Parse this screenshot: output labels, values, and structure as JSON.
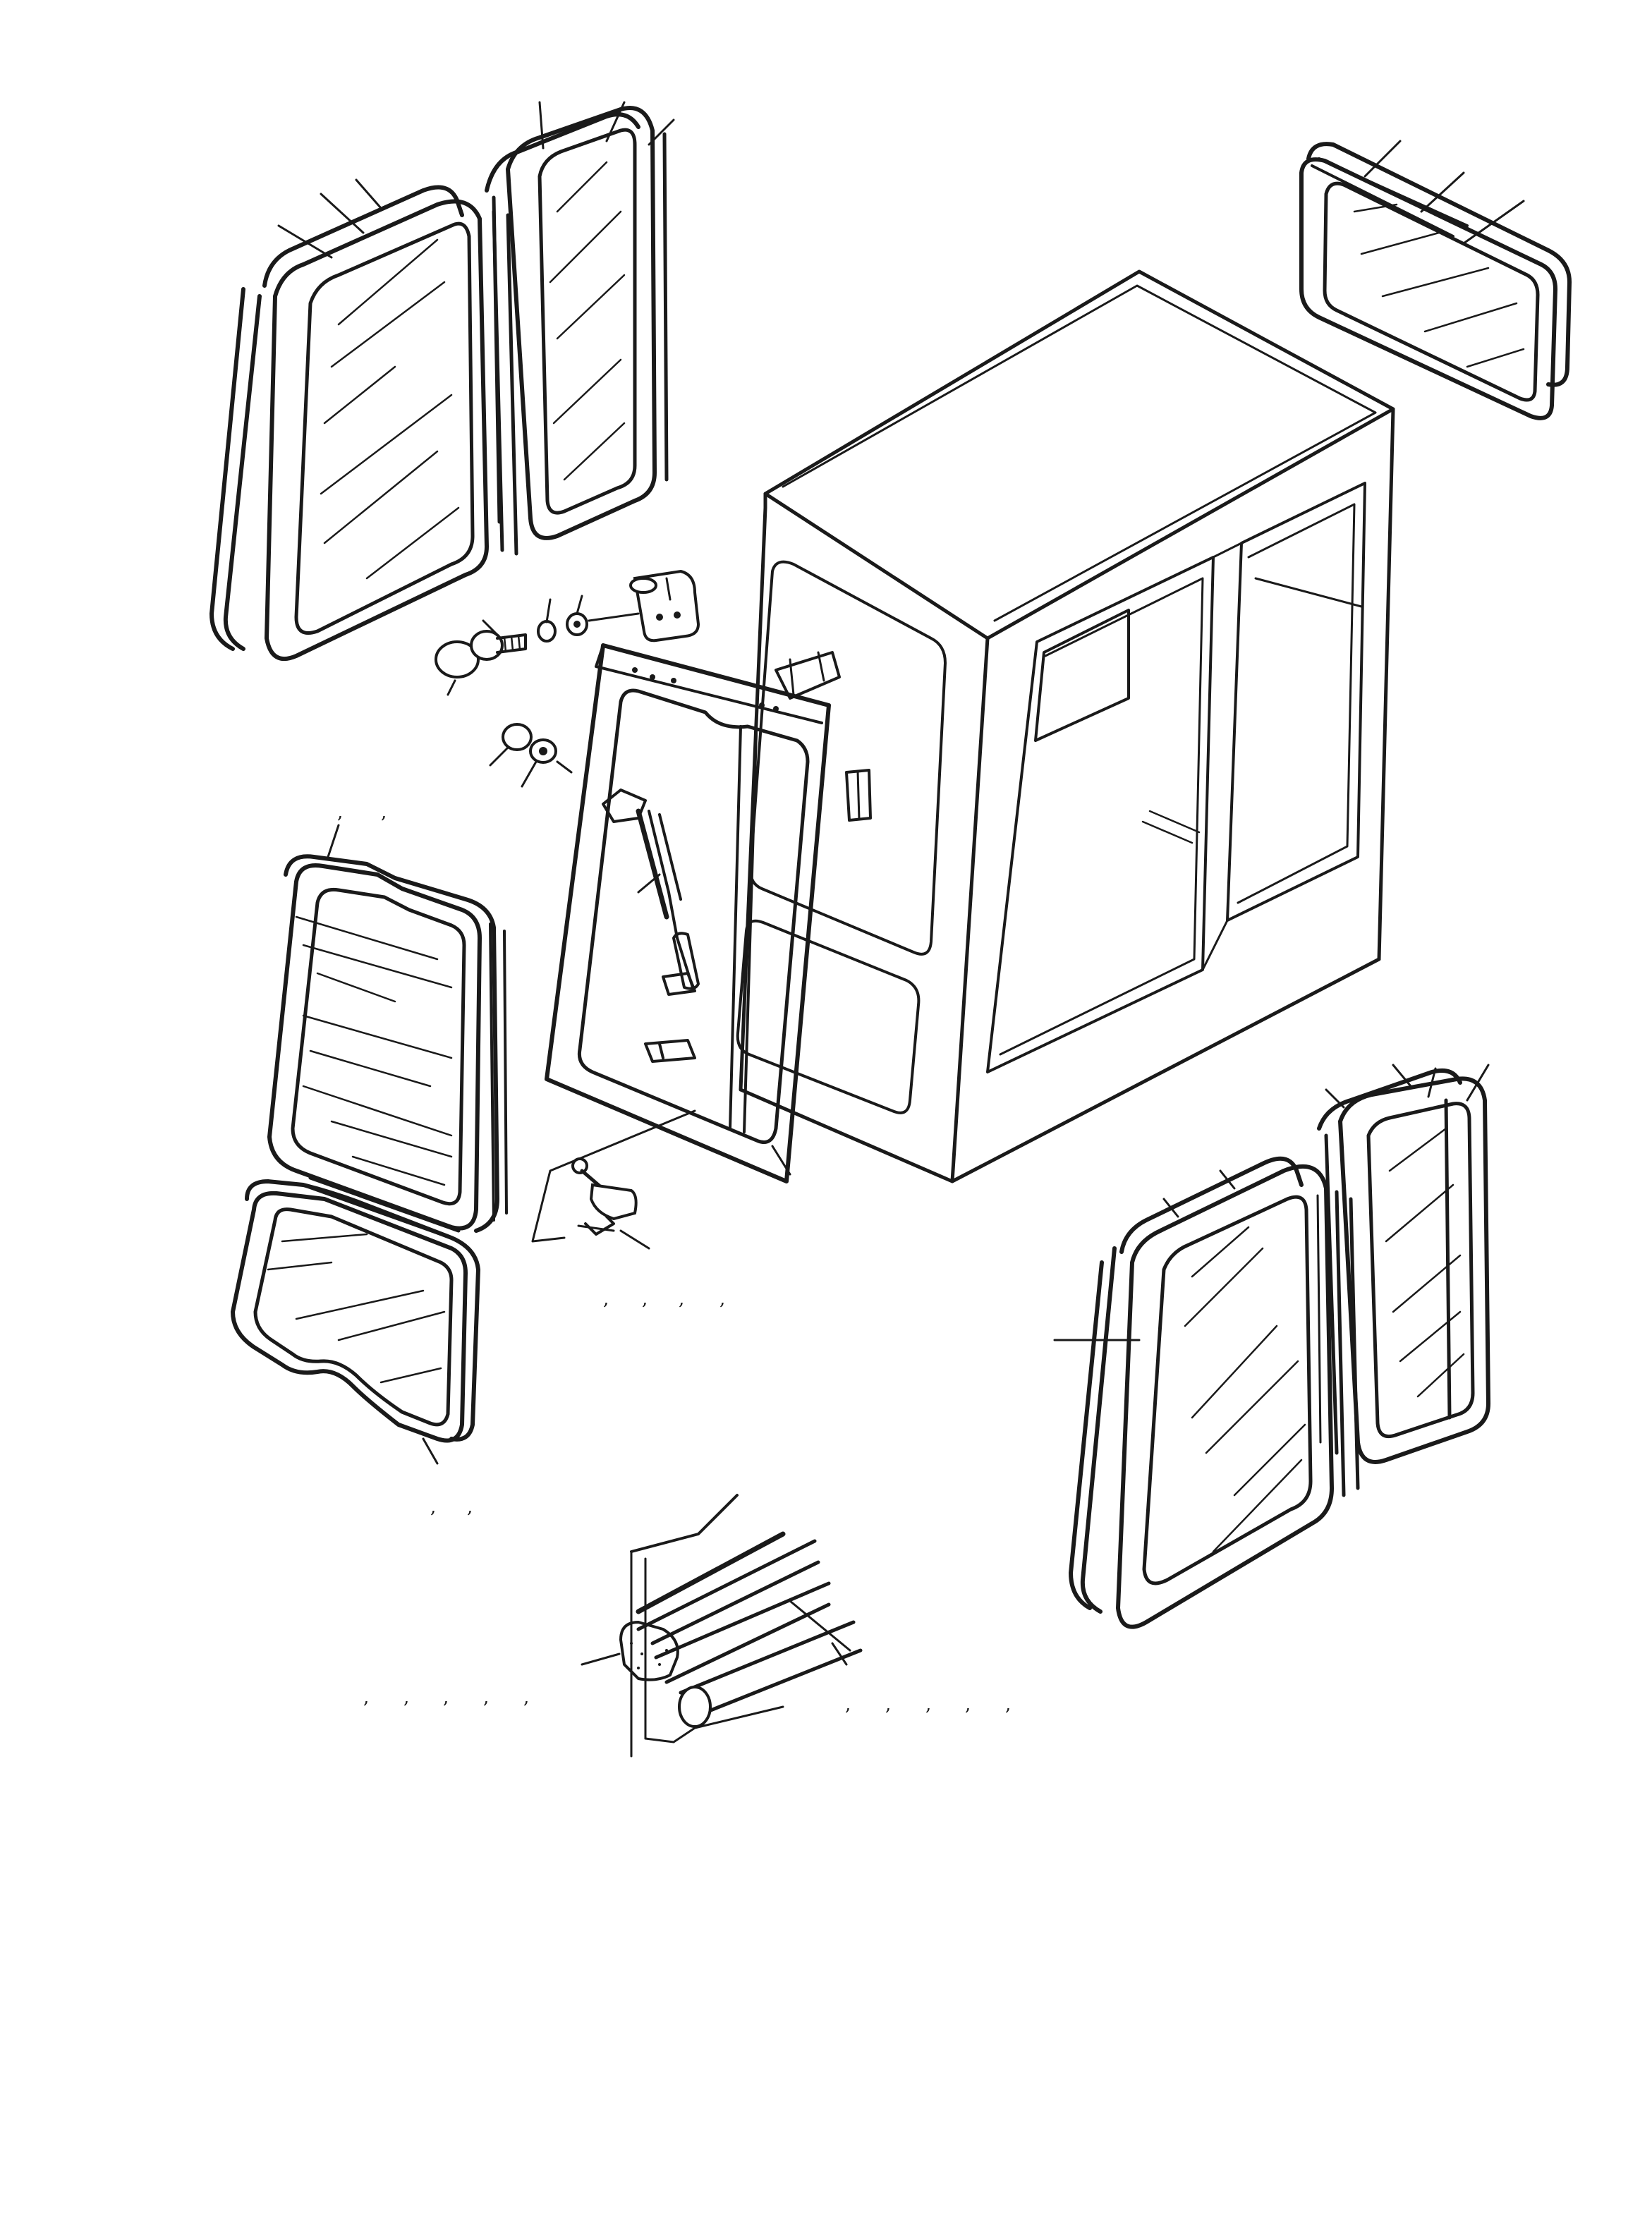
{
  "diagram": {
    "kind": "exploded-parts-view",
    "callout_labels": [],
    "stroke_color": "#1a1a1a",
    "background_color": "#ffffff",
    "parts": [
      "cab-body",
      "front-upper-left-glass",
      "front-upper-right-glass",
      "rear-glass",
      "door-frame",
      "gas-strut",
      "lower-left-window-upper",
      "lower-left-window-lower",
      "right-side-glass-large",
      "right-side-glass-small",
      "seal-profile-detail",
      "hinge-bracket",
      "bolt",
      "washer",
      "cap-nut",
      "handle"
    ]
  }
}
